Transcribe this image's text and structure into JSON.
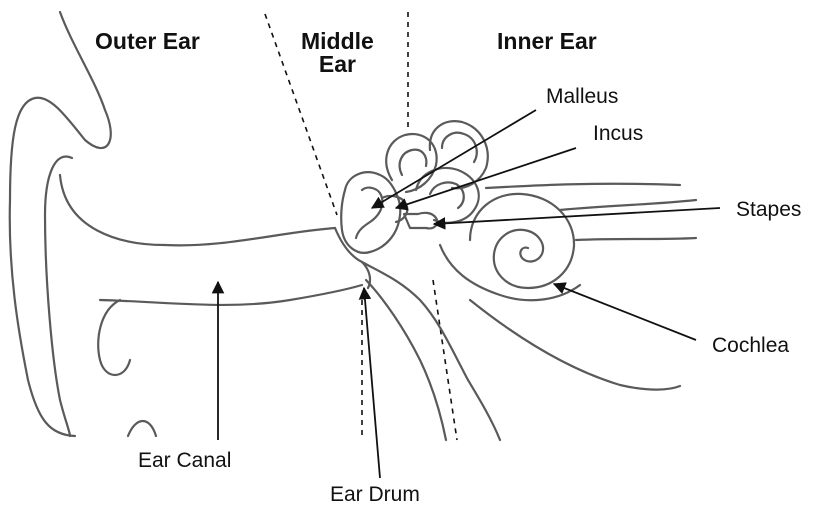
{
  "regions": {
    "outer": "Outer Ear",
    "middle_line1": "Middle",
    "middle_line2": "Ear",
    "inner": "Inner Ear"
  },
  "labels": {
    "malleus": "Malleus",
    "incus": "Incus",
    "stapes": "Stapes",
    "cochlea": "Cochlea",
    "ear_canal": "Ear Canal",
    "ear_drum": "Ear Drum"
  },
  "colors": {
    "outline": "#5a5a5a",
    "arrow": "#111111",
    "background": "#ffffff"
  }
}
